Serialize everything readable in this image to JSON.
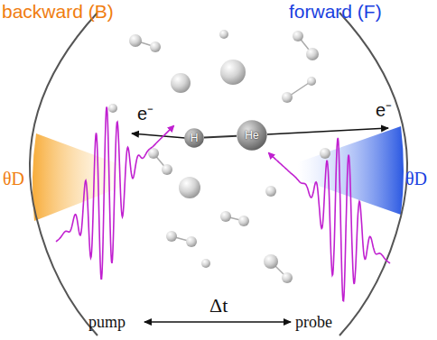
{
  "diagram": {
    "nodes": [
      {
        "text": [
          "H"
        ]
      },
      {
        "text": [
          "He"
        ]
      }
    ],
    "edges": [
      {
        "from": 0,
        "to": 1,
        "arrow": "none"
      }
    ],
    "labels": [
      "backward (B)",
      "forward (F)",
      "θD",
      "θD",
      "e⁻",
      "e⁻",
      "pump",
      "Δt",
      "probe"
    ]
  }
}
